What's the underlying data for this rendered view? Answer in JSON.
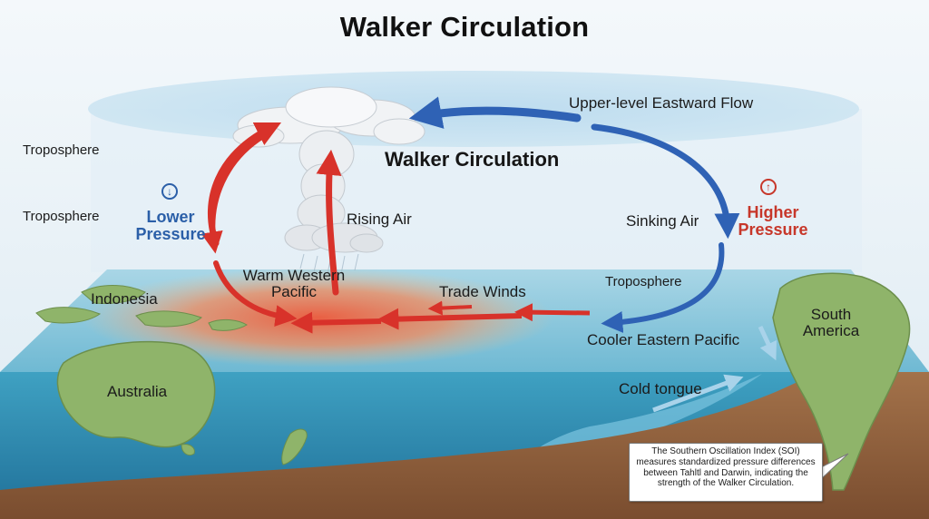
{
  "title": "Walker Circulation",
  "diagram_label": "Walker Circulation",
  "layers": {
    "troposphere_upper": "Troposphere",
    "troposphere_lower": "Troposphere",
    "troposphere_east": "Troposphere"
  },
  "flows": {
    "upper_level": "Upper-level Eastward Flow",
    "rising_air": "Rising Air",
    "sinking_air": "Sinking Air",
    "trade_winds": "Trade Winds"
  },
  "pressure": {
    "lower": "Lower Pressure",
    "higher": "Higher Pressure",
    "low_color": "#2b5fa8",
    "high_color": "#c7372a"
  },
  "regions": {
    "warm_western_pacific": "Warm Western Pacific",
    "cooler_eastern_pacific": "Cooler Eastern Pacific",
    "cold_tongue": "Cold tongue"
  },
  "land": {
    "indonesia": "Indonesia",
    "australia": "Australia",
    "south_america": "South America"
  },
  "callout": {
    "text": "The Southern Oscillation Index (SOI) measures standardized pressure differences between Tahltl and Darwin, indicating the strength of the Walker Circulation."
  },
  "colors": {
    "warm_arrow": "#d8322a",
    "cool_arrow": "#2f62b5",
    "ocean": "#3f9fc0",
    "land": "#8fb46a",
    "warm_pool": "#ef6a4a"
  }
}
